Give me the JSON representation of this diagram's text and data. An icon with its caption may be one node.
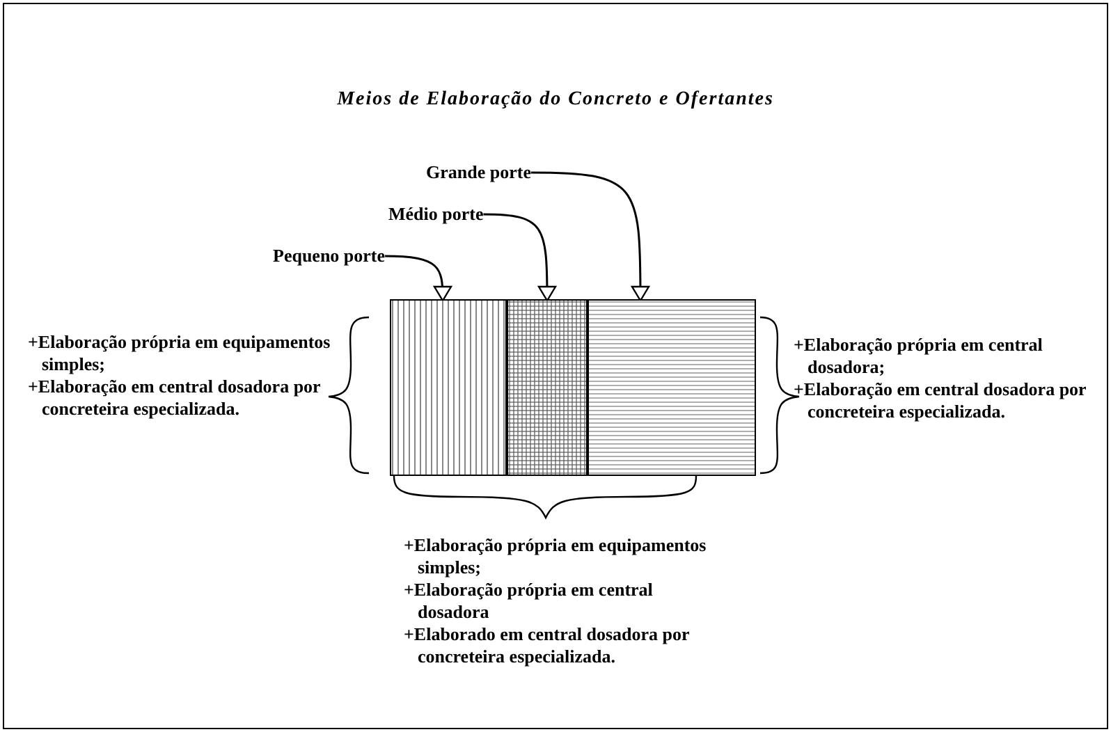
{
  "diagram": {
    "title": "Meios de Elaboração do Concreto e Ofertantes",
    "nodes": [
      {
        "text": [
          "Pequeno porte"
        ]
      },
      {
        "text": [
          "Médio porte"
        ]
      },
      {
        "text": [
          "Grande porte"
        ]
      },
      {
        "text": [],
        "shape": "box"
      },
      {
        "text": [],
        "shape": "box"
      },
      {
        "text": [],
        "shape": "box"
      }
    ],
    "edges": [
      {
        "from": 0,
        "to": 3,
        "arrow": "to"
      },
      {
        "from": 1,
        "to": 4,
        "arrow": "to"
      },
      {
        "from": 2,
        "to": 5,
        "arrow": "to"
      }
    ],
    "labels": [
      "+Elaboração própria em equipamentos simples;",
      "+Elaboração em central dosadora por concreteira especializada.",
      "+Elaboração própria em central dosadora;",
      "+Elaboração em central dosadora por concreteira especializada.",
      "+Elaboração própria em equipamentos simples;",
      "+Elaboração própria em central dosadora",
      "+Elaborado em central dosadora por concreteira especializada."
    ]
  }
}
